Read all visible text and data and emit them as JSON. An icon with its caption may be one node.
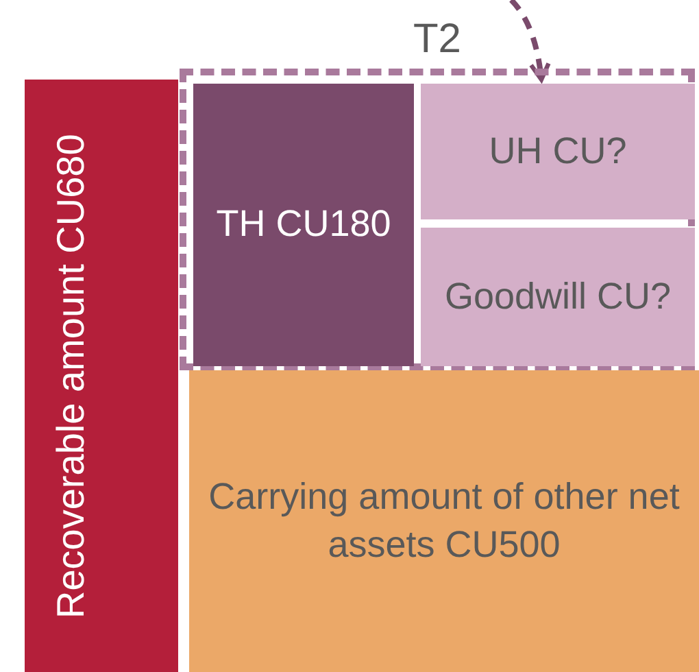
{
  "diagram": {
    "nodes": [
      {
        "text": [
          "Recoverable amount CU680"
        ]
      },
      {
        "text": [
          "T2"
        ]
      },
      {
        "text": [
          "TH CU180"
        ],
        "in": 1
      },
      {
        "text": [
          "UH CU?"
        ],
        "in": 1
      },
      {
        "text": [
          "Goodwill CU?"
        ],
        "in": 1
      },
      {
        "text": [
          "Carrying amount of other net assets CU500"
        ]
      }
    ],
    "edges": [
      {
        "from": null,
        "to": 3,
        "arrow": "to",
        "style": "dashed",
        "color": "#7a4a6b"
      }
    ]
  }
}
